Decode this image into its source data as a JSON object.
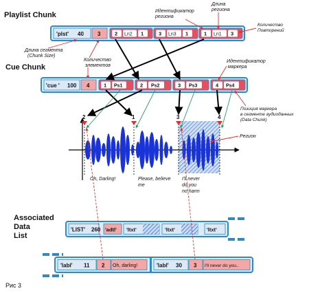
{
  "sections": {
    "playlist": "Playlist Chunk",
    "cue": "Cue Chunk",
    "assoc_line1": "Associated",
    "assoc_line2": "Data",
    "assoc_line3": "List"
  },
  "playlist": {
    "id": "'plst'",
    "size": "40",
    "count": "3",
    "entries": [
      {
        "id": "2",
        "len": "Ln2",
        "rep": "1"
      },
      {
        "id": "3",
        "len": "Ln3",
        "rep": "1"
      },
      {
        "id": "1",
        "len": "Ln1",
        "rep": "3"
      }
    ]
  },
  "cue": {
    "id": "'cue '",
    "size": "100",
    "count": "4",
    "points": [
      {
        "id": "1",
        "pos": "Ps1"
      },
      {
        "id": "2",
        "pos": "Ps2"
      },
      {
        "id": "3",
        "pos": "Ps3"
      },
      {
        "id": "4",
        "pos": "Ps4"
      }
    ]
  },
  "annotations": {
    "region_id_1": "Идентификатор",
    "region_id_2": "региона",
    "region_len_1": "Длина",
    "region_len_2": "региона",
    "repeats_1": "Количество",
    "repeats_2": "Повторений",
    "seg_len_1": "Длина сегмента",
    "seg_len_2": "(Chunk Size)",
    "elem_count_1": "Количество",
    "elem_count_2": "элементов",
    "marker_id_1": "Идентификатор",
    "marker_id_2": "маркера",
    "marker_pos_1": "Позиция маркера",
    "marker_pos_2": "в сегменте аудиоданных",
    "marker_pos_3": "(Data Chunk)",
    "region": "Регион"
  },
  "waveform_markers": [
    "2",
    "1",
    "3",
    "4"
  ],
  "captions": {
    "c1": "Oh, Darling!",
    "c2_1": "Please, believe",
    "c2_2": "me",
    "c3_1": "I'll never",
    "c3_2": "do you",
    "c3_3": "no harm"
  },
  "list": {
    "id": "'LIST'",
    "size": "260",
    "type": "'adtl'",
    "ltxt": [
      "'ltxt'",
      "'ltxt'",
      "'ltxt'"
    ]
  },
  "labels": [
    {
      "id": "'labl'",
      "size": "11",
      "cue": "2",
      "text": "Oh, darling!"
    },
    {
      "id": "'labl'",
      "size": "30",
      "cue": "3",
      "text": "I'll never do you.."
    }
  ],
  "figure": "Рис 3",
  "colors": {
    "frame": "#2f8ac4",
    "frame_fill": "#d9ecf8",
    "cell_blue": "#dbe9f6",
    "cell_pink": "#f4a7a7",
    "cell_red": "#e4505f",
    "wave": "#1a33d6",
    "marker": "#e03030",
    "green_arrow": "#2b9a6a"
  }
}
